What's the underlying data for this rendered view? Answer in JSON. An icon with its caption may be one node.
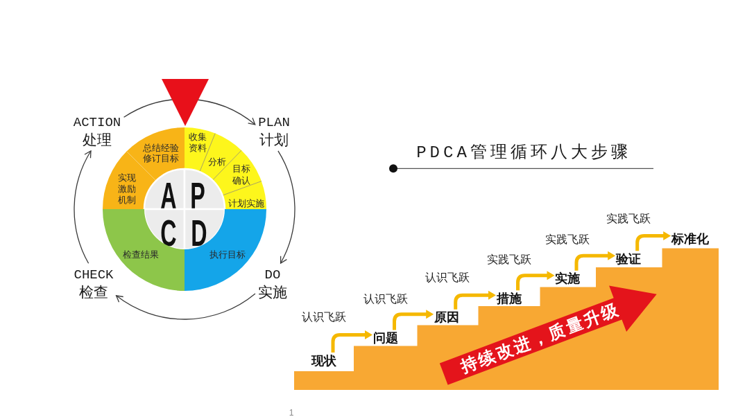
{
  "diagram": {
    "title": "PDCA管理循环八大步骤",
    "nodes": [
      {
        "text": [
          "ACTION",
          "处理"
        ]
      },
      {
        "text": [
          "PLAN",
          "计划"
        ]
      },
      {
        "text": [
          "总结经验修订目标"
        ]
      },
      {
        "text": [
          "实现激励机制"
        ]
      },
      {
        "text": [
          "收集资料"
        ]
      },
      {
        "text": [
          "分析"
        ]
      },
      {
        "text": [
          "目标确认"
        ]
      },
      {
        "text": [
          "计划实施"
        ]
      },
      {
        "text": [
          "A"
        ]
      },
      {
        "text": [
          "P"
        ]
      },
      {
        "text": [
          "C"
        ]
      },
      {
        "text": [
          "D"
        ]
      },
      {
        "text": [
          "检查结果"
        ]
      },
      {
        "text": [
          "执行目标"
        ]
      },
      {
        "text": [
          "CHECK",
          "检查"
        ]
      },
      {
        "text": [
          "DO",
          "实施"
        ]
      },
      {
        "text": [
          "现状"
        ]
      },
      {
        "text": [
          "问题"
        ]
      },
      {
        "text": [
          "原因"
        ]
      },
      {
        "text": [
          "措施"
        ]
      },
      {
        "text": [
          "实施"
        ]
      },
      {
        "text": [
          "验证"
        ]
      },
      {
        "text": [
          "标准化"
        ]
      },
      {
        "text": [
          "持续改进，质量升级"
        ]
      }
    ],
    "edges": [
      {
        "from": 0,
        "to": 1,
        "arrow": "to",
        "color": "#3a3a3a"
      },
      {
        "from": 1,
        "to": 15,
        "arrow": "to",
        "color": "#3a3a3a"
      },
      {
        "from": 15,
        "to": 14,
        "arrow": "to",
        "color": "#3a3a3a"
      },
      {
        "from": 14,
        "to": 0,
        "arrow": "to",
        "color": "#3a3a3a"
      },
      {
        "from": 16,
        "to": 17,
        "arrow": "to",
        "label": "认识飞跃"
      },
      {
        "from": 17,
        "to": 18,
        "arrow": "to",
        "label": "认识飞跃"
      },
      {
        "from": 18,
        "to": 19,
        "arrow": "to",
        "label": "认识飞跃"
      },
      {
        "from": 19,
        "to": 20,
        "arrow": "to",
        "label": "实践飞跃"
      },
      {
        "from": 20,
        "to": 21,
        "arrow": "to",
        "label": "实践飞跃"
      },
      {
        "from": 21,
        "to": 22,
        "arrow": "to",
        "label": "实践飞跃"
      }
    ],
    "labels": [
      "1"
    ]
  }
}
